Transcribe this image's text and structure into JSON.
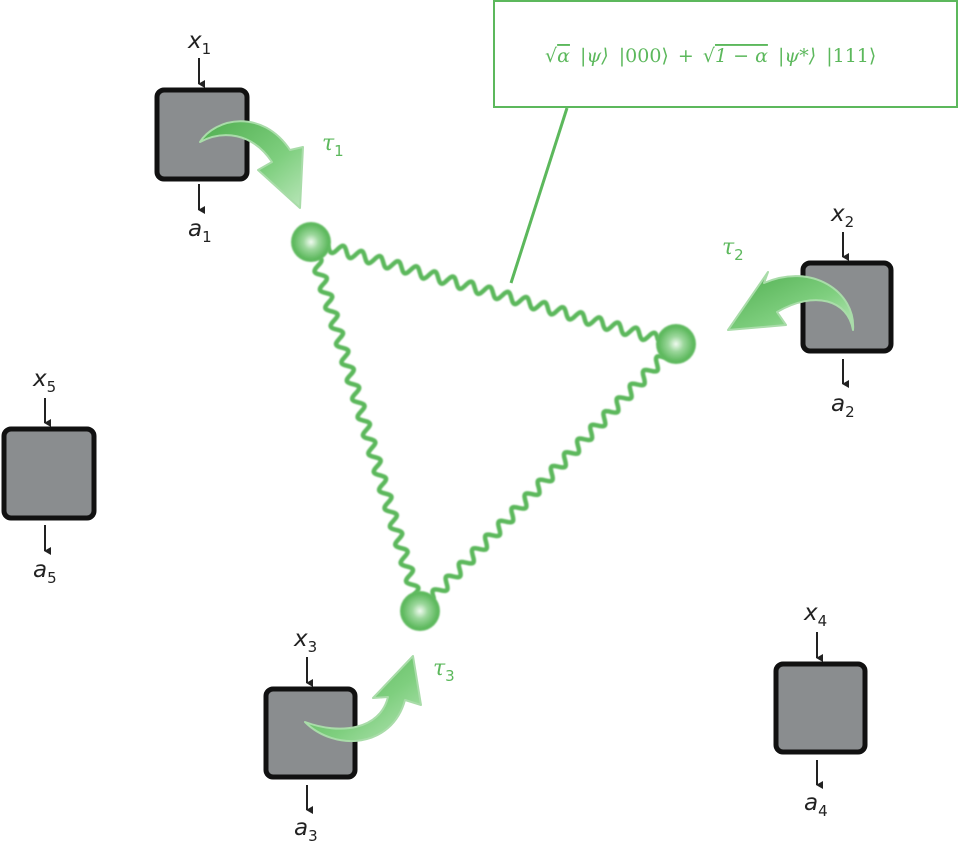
{
  "colors": {
    "green": "#5cb85c",
    "green_dark": "#3f9a3f",
    "box_fill": "#8a8d8f",
    "box_stroke": "#111111",
    "arrow_black": "#222222"
  },
  "state_box": {
    "equation": "√α |ψ⟩ |000⟩ + √1 − α |ψ*⟩ |111⟩",
    "parts": {
      "sqrt_a": "α",
      "ket_psi": "|ψ⟩",
      "ket_000": "|000⟩",
      "plus": "+",
      "sqrt_1ma": "1  − α",
      "ket_psi_star": "|ψ*⟩",
      "ket_111": "|111⟩"
    }
  },
  "boxes": [
    {
      "id": "1",
      "input": "x",
      "input_sub": "1",
      "output": "a",
      "output_sub": "1"
    },
    {
      "id": "2",
      "input": "x",
      "input_sub": "2",
      "output": "a",
      "output_sub": "2"
    },
    {
      "id": "3",
      "input": "x",
      "input_sub": "3",
      "output": "a",
      "output_sub": "3"
    },
    {
      "id": "4",
      "input": "x",
      "input_sub": "4",
      "output": "a",
      "output_sub": "4"
    },
    {
      "id": "5",
      "input": "x",
      "input_sub": "5",
      "output": "a",
      "output_sub": "5"
    }
  ],
  "taus": [
    {
      "symbol": "τ",
      "sub": "1"
    },
    {
      "symbol": "τ",
      "sub": "2"
    },
    {
      "symbol": "τ",
      "sub": "3"
    }
  ]
}
